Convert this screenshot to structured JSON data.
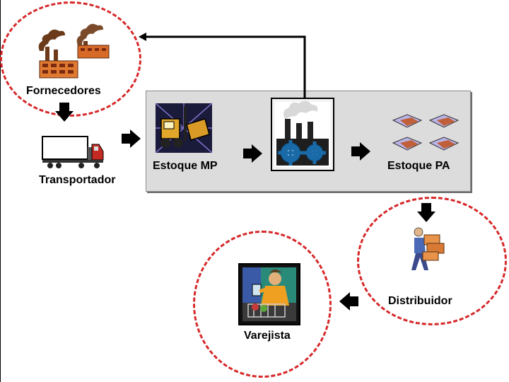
{
  "nodes": {
    "fornecedores": "Fornecedores",
    "transportador": "Transportador",
    "estoque_mp": "Estoque MP",
    "estoque_pa": "Estoque PA",
    "distribuidor": "Distribuidor",
    "varejista": "Varejista"
  },
  "icons": {
    "fornecedores": "factory-smoke-icon",
    "transportador": "truck-icon",
    "estoque_mp": "forklift-icon",
    "fabrica": "factory-gears-icon",
    "estoque_pa": "packages-icon",
    "distribuidor": "carrier-person-icon",
    "varejista": "shopper-icon"
  },
  "colors": {
    "circle_dash": "#d6282a",
    "process_box": "#dcdcdc"
  }
}
